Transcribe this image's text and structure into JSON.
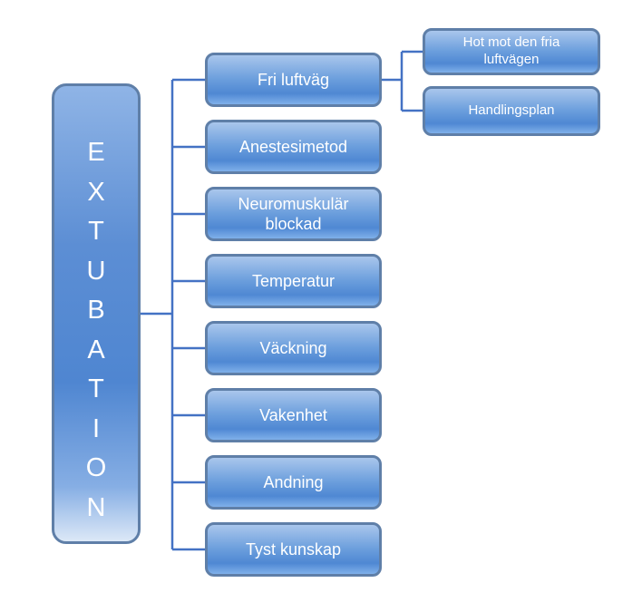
{
  "root": {
    "letters": [
      "E",
      "X",
      "T",
      "U",
      "B",
      "A",
      "T",
      "I",
      "O",
      "N"
    ]
  },
  "branches": [
    {
      "label": "Fri luftväg"
    },
    {
      "label": "Anestesimetod"
    },
    {
      "label": "Neuromuskulär blockad"
    },
    {
      "label": "Temperatur"
    },
    {
      "label": "Väckning"
    },
    {
      "label": "Vakenhet"
    },
    {
      "label": "Andning"
    },
    {
      "label": "Tyst kunskap"
    }
  ],
  "sub_branches": [
    {
      "label": "Hot mot den fria luftvägen"
    },
    {
      "label": "Handlingsplan"
    }
  ],
  "colors": {
    "connector": "#4472c4",
    "border": "#5f7fa8",
    "text": "#ffffff"
  }
}
